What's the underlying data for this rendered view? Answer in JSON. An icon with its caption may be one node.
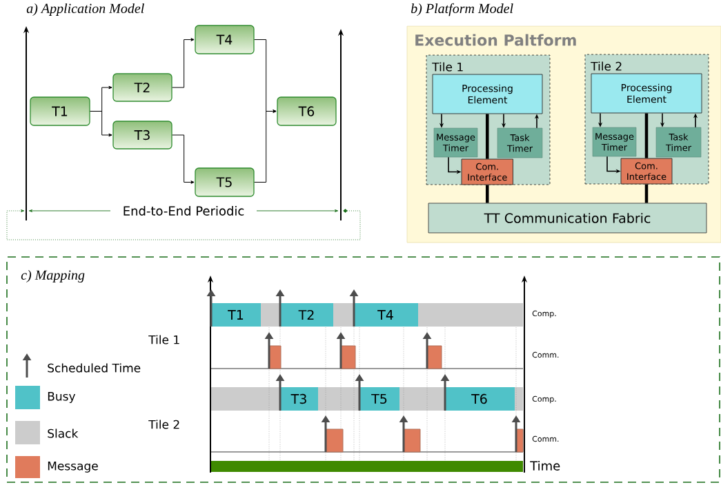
{
  "diagram": {
    "nodes": [
      {
        "text": [
          "T1"
        ]
      },
      {
        "text": [
          "T2"
        ]
      },
      {
        "text": [
          "T3"
        ]
      },
      {
        "text": [
          "T4"
        ]
      },
      {
        "text": [
          "T5"
        ]
      },
      {
        "text": [
          "T6"
        ]
      },
      {
        "text": [
          "Execution Paltform"
        ]
      },
      {
        "text": [
          "Tile 1"
        ],
        "in": 6
      },
      {
        "text": [
          "Processing Element"
        ],
        "in": 7
      },
      {
        "text": [
          "Message Timer"
        ],
        "in": 7
      },
      {
        "text": [
          "Task Timer"
        ],
        "in": 7
      },
      {
        "text": [
          "Com. Interface"
        ],
        "in": 7
      },
      {
        "text": [
          "Tile 2"
        ],
        "in": 6
      },
      {
        "text": [
          "Processing Element"
        ],
        "in": 12
      },
      {
        "text": [
          "Message Timer"
        ],
        "in": 12
      },
      {
        "text": [
          "Task Timer"
        ],
        "in": 12
      },
      {
        "text": [
          "Com. Interface"
        ],
        "in": 12
      },
      {
        "text": [
          "TT Communication Fabric"
        ],
        "in": 6
      },
      {
        "text": [
          "c) Mapping"
        ]
      },
      {
        "text": [
          "T1"
        ],
        "in": 18
      },
      {
        "text": [
          "T2"
        ],
        "in": 18
      },
      {
        "text": [
          "T4"
        ],
        "in": 18
      },
      {
        "text": [
          "T3"
        ],
        "in": 18
      },
      {
        "text": [
          "T5"
        ],
        "in": 18
      },
      {
        "text": [
          "T6"
        ],
        "in": 18
      }
    ],
    "edges": [
      {
        "from": 0,
        "to": 1,
        "arrow": "to"
      },
      {
        "from": 0,
        "to": 2,
        "arrow": "to"
      },
      {
        "from": 1,
        "to": 3,
        "arrow": "to"
      },
      {
        "from": 2,
        "to": 4,
        "arrow": "to"
      },
      {
        "from": 3,
        "to": 5,
        "arrow": "to"
      },
      {
        "from": 4,
        "to": 5,
        "arrow": "to"
      },
      {
        "from": 8,
        "to": 9,
        "arrow": "to"
      },
      {
        "from": 8,
        "to": 10,
        "arrow": "to"
      },
      {
        "from": 10,
        "to": 8,
        "arrow": "to"
      },
      {
        "from": 9,
        "to": 11,
        "arrow": "to"
      },
      {
        "from": 8,
        "to": 11,
        "arrow": "none",
        "style": "thick"
      },
      {
        "from": 11,
        "to": 17,
        "arrow": "none",
        "style": "thick"
      },
      {
        "from": 13,
        "to": 14,
        "arrow": "to"
      },
      {
        "from": 13,
        "to": 15,
        "arrow": "to"
      },
      {
        "from": 15,
        "to": 13,
        "arrow": "to"
      },
      {
        "from": 14,
        "to": 16,
        "arrow": "to"
      },
      {
        "from": 13,
        "to": 16,
        "arrow": "none",
        "style": "thick"
      },
      {
        "from": 16,
        "to": 17,
        "arrow": "none",
        "style": "thick"
      }
    ],
    "labels": [
      "a) Application Model",
      "b) Platform Model",
      "End-to-End Periodic",
      "Tile 1",
      "Tile 2",
      "Comp.",
      "Comm.",
      "Comp.",
      "Comm.",
      "Time"
    ],
    "legend": [
      {
        "text": "Scheduled Time"
      },
      {
        "text": "Busy",
        "color": "#50c2c8"
      },
      {
        "text": "Slack",
        "color": "#cccccc"
      },
      {
        "text": "Message",
        "color": "#e07b5c"
      }
    ]
  }
}
